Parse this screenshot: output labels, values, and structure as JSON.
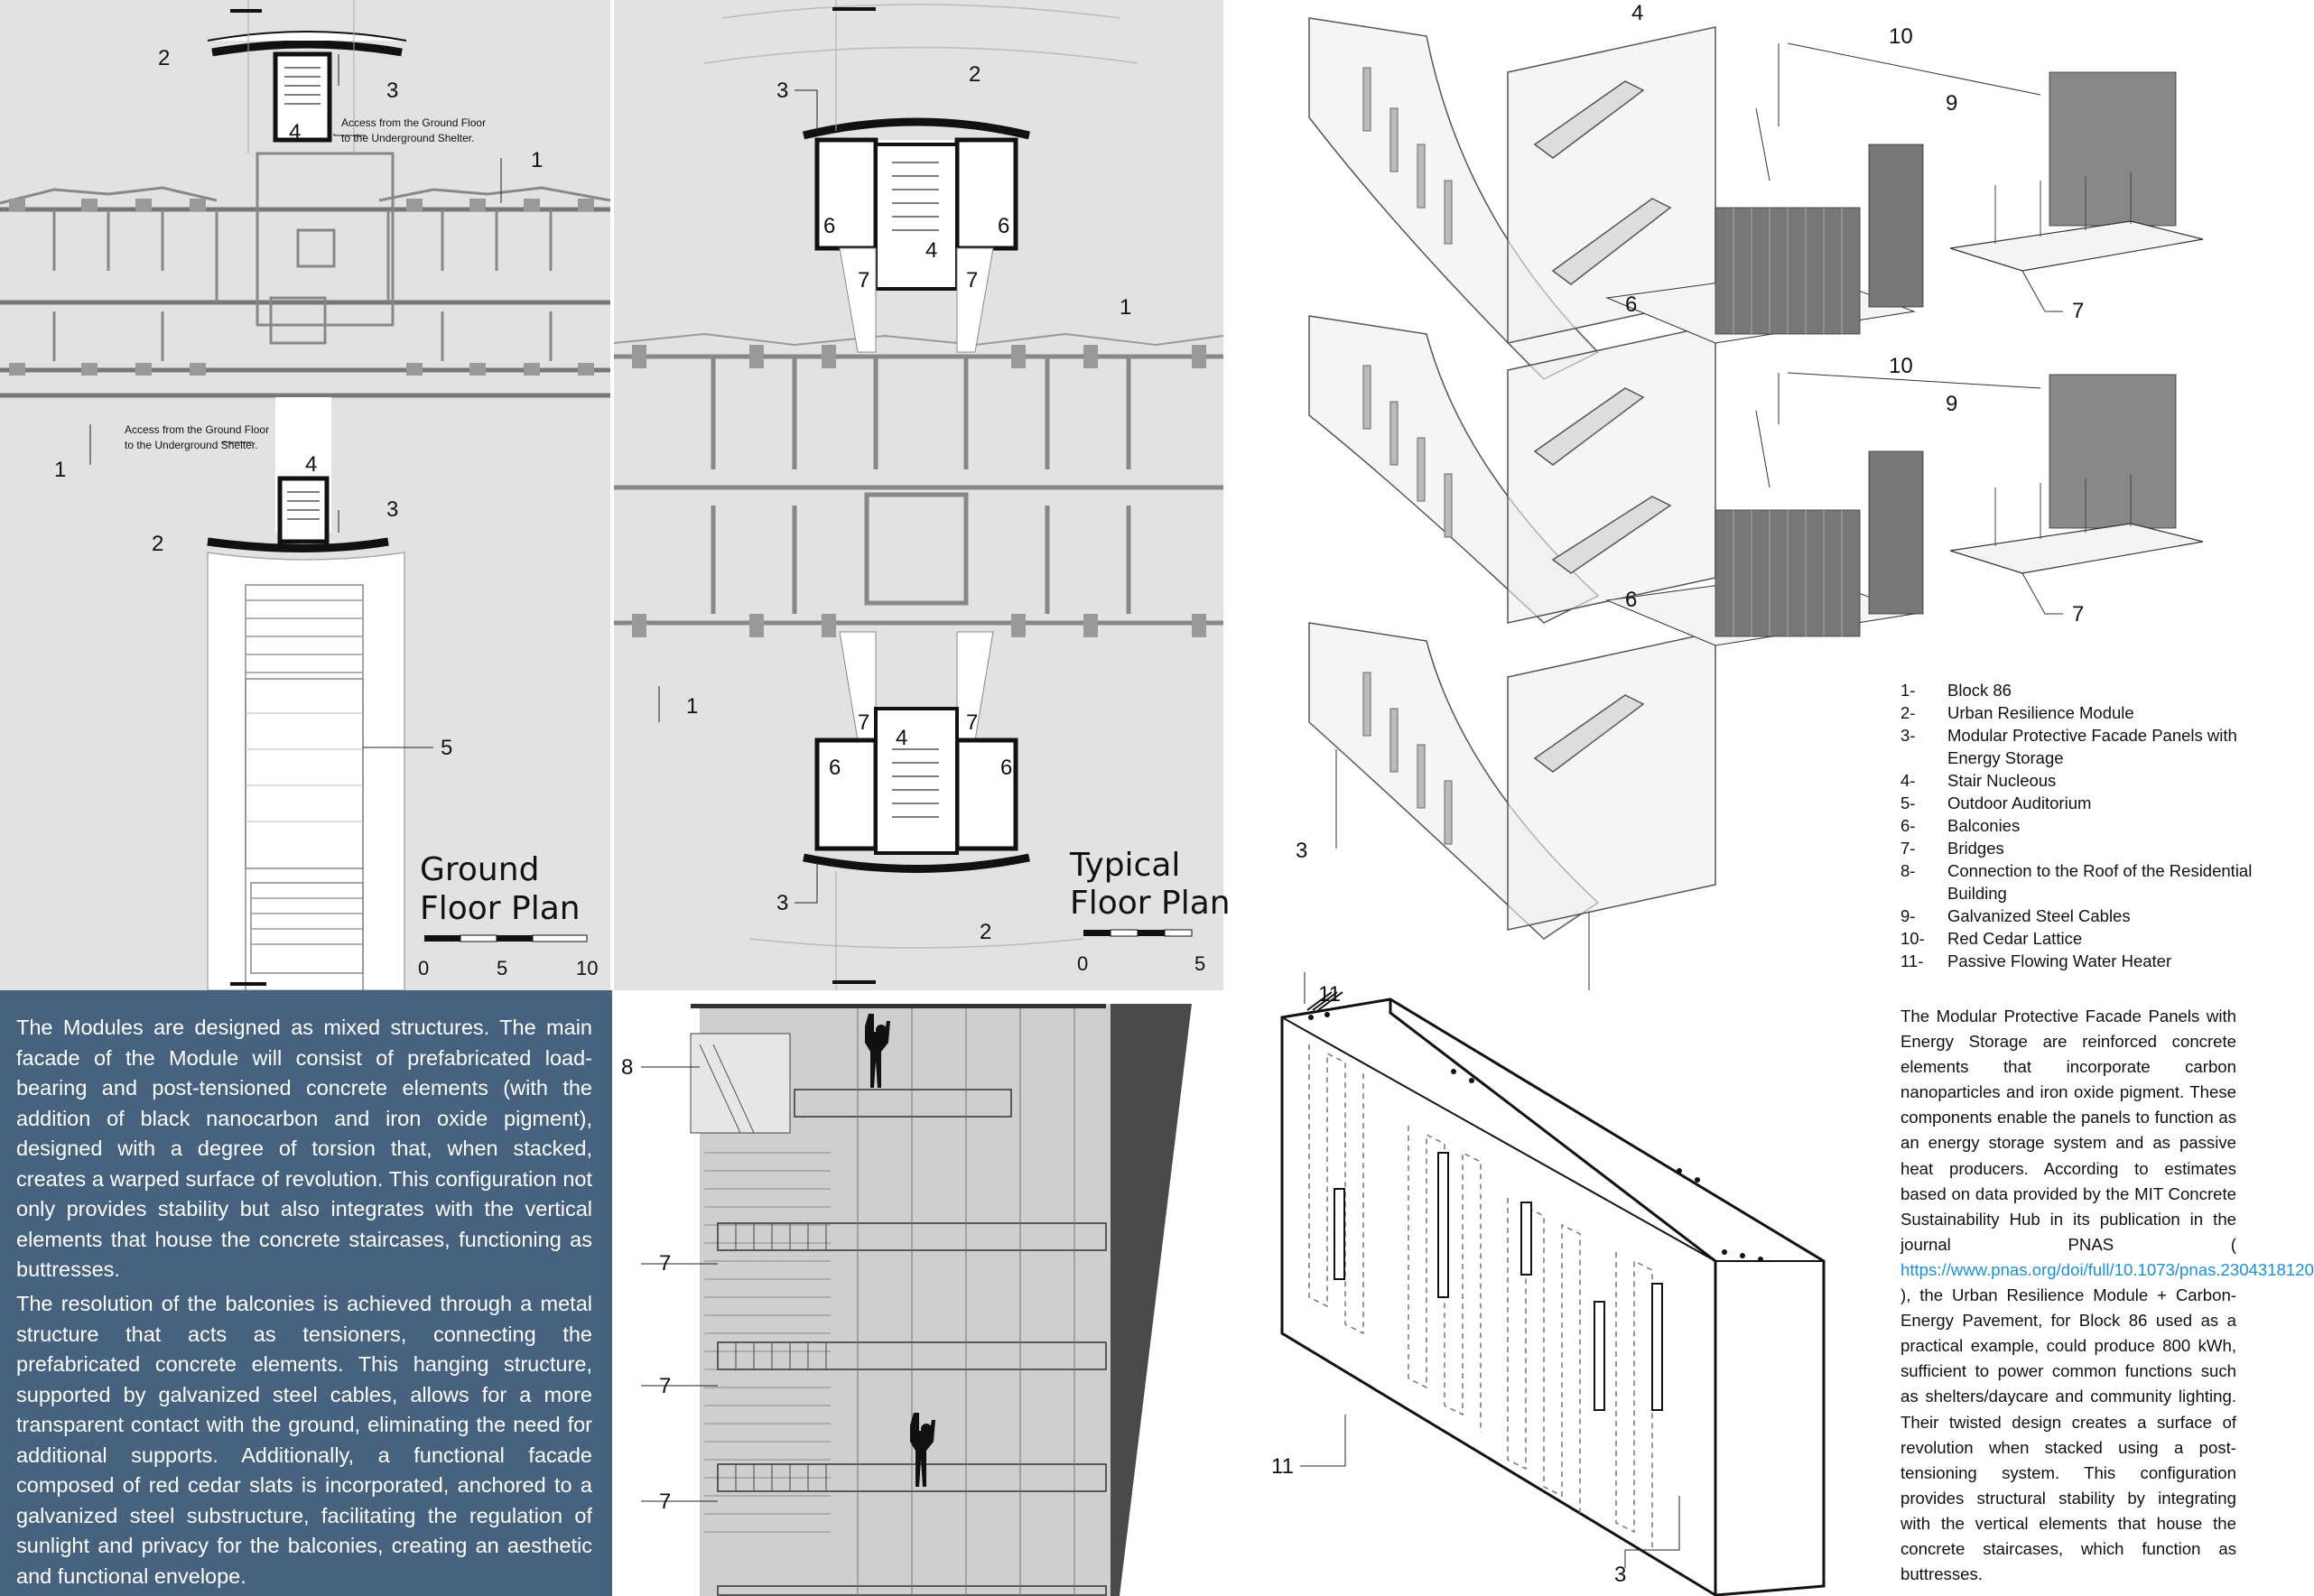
{
  "ground_floor_plan": {
    "title_line1": "Ground",
    "title_line2": "Floor Plan",
    "scale_labels": [
      "0",
      "5",
      "10"
    ],
    "access_note_line1": "Access from the Ground Floor",
    "access_note_line2": "to the Underground Shelter.",
    "labels": {
      "n1": "1",
      "n2": "2",
      "n3": "3",
      "n4": "4",
      "n5": "5"
    }
  },
  "typical_floor_plan": {
    "title_line1": "Typical",
    "title_line2": "Floor Plan",
    "scale_labels": [
      "0",
      "5"
    ],
    "labels": {
      "n1": "1",
      "n2": "2",
      "n3": "3",
      "n4": "4",
      "n6": "6",
      "n7": "7"
    }
  },
  "axonometric": {
    "labels": {
      "n3": "3",
      "n4": "4",
      "n6": "6",
      "n7": "7",
      "n9": "9",
      "n10": "10"
    }
  },
  "legend": [
    {
      "num": "1-",
      "text": "Block 86"
    },
    {
      "num": "2-",
      "text": "Urban Resilience Module"
    },
    {
      "num": "3-",
      "text": "Modular Protective Facade Panels with Energy Storage"
    },
    {
      "num": "4-",
      "text": "Stair Nucleous"
    },
    {
      "num": "5-",
      "text": "Outdoor Auditorium"
    },
    {
      "num": "6-",
      "text": "Balconies"
    },
    {
      "num": "7-",
      "text": "Bridges"
    },
    {
      "num": "8-",
      "text": "Connection to the Roof of the Residential Building"
    },
    {
      "num": "9-",
      "text": "Galvanized Steel Cables"
    },
    {
      "num": "10-",
      "text": "Red Cedar Lattice"
    },
    {
      "num": "11-",
      "text": "Passive Flowing Water Heater"
    }
  ],
  "text_panel": {
    "paragraph1": "The Modules are designed as mixed structures. The main facade of the Module will consist of prefabricated load-bearing and post-tensioned concrete elements (with the addition of black nanocarbon and iron oxide pigment), designed with a degree of torsion that, when stacked, creates a warped surface of revolution. This configuration not only provides stability but also integrates with the vertical elements that house the concrete staircases, functioning as buttresses.",
    "paragraph2": "The resolution of the balconies is achieved through a metal structure that acts as tensioners, connecting the prefabricated concrete elements. This hanging structure, supported by galvanized steel cables, allows for a more transparent contact with the ground, eliminating the need for additional supports. Additionally, a functional facade composed of red cedar slats is incorporated, anchored to a galvanized steel substructure, facilitating the regulation of sunlight and privacy for the balconies, creating an aesthetic and functional envelope."
  },
  "elevation": {
    "labels": {
      "n7": "7",
      "n8": "8"
    }
  },
  "panel_detail": {
    "labels": {
      "n3": "3",
      "n11": "11"
    }
  },
  "description": {
    "before_link": "The Modular Protective Facade Panels with Energy Storage are reinforced concrete elements that incorporate carbon nanoparticles and iron oxide pigment. These components enable the panels to function as an energy storage system and as passive heat producers. According to estimates based on data provided by the MIT Concrete Sustainability Hub in its publication in the journal PNAS (",
    "link": "https://www.pnas.org/doi/full/10.1073/pnas.2304318120",
    "after_link": "), the Urban Resilience Module + Carbon-Energy Pavement, for Block 86 used as a practical example, could produce 800 kWh, sufficient to power common functions such as shelters/daycare and community lighting. Their twisted design creates a surface of revolution when stacked using a post-tensioning system. This configuration provides structural stability by integrating with the vertical elements that house the concrete staircases, which function as buttresses."
  },
  "colors": {
    "plan_background": "#e2e2e2",
    "text_panel_background": "#46627f",
    "link": "#1d8fd6"
  }
}
